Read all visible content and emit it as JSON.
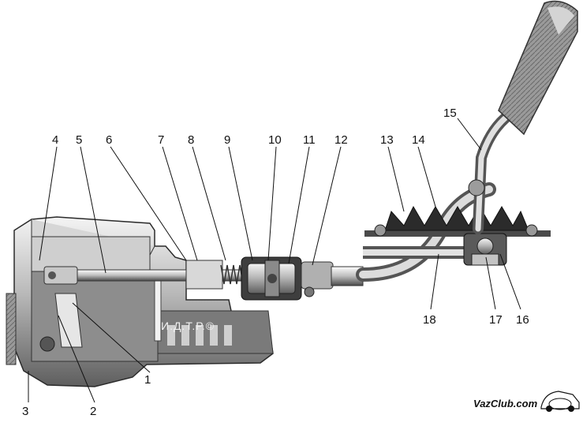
{
  "callouts": [
    "1",
    "2",
    "3",
    "4",
    "5",
    "6",
    "7",
    "8",
    "9",
    "10",
    "11",
    "12",
    "13",
    "14",
    "15",
    "16",
    "17",
    "18"
  ],
  "watermark": "И.Д.Т.Р.©",
  "brand": "VazClub.com"
}
